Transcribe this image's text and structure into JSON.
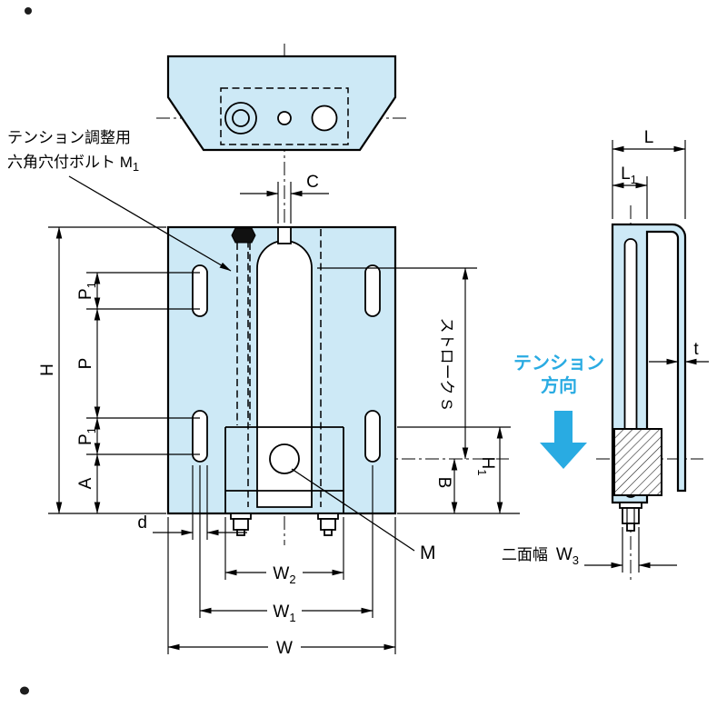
{
  "colors": {
    "part-fill": "#cde9f6",
    "line": "#000000",
    "accent": "#29abe2",
    "paper": "#ffffff"
  },
  "note": {
    "line1": "テンション調整用",
    "line2": "六角穴付ボルト M",
    "line2_sub": "1"
  },
  "direction": {
    "line1": "テンション",
    "line2": "方向"
  },
  "dims": {
    "H": "H",
    "P": "P",
    "A": "A",
    "d": "d",
    "C": "C",
    "W": "W",
    "M": "M",
    "B": "B",
    "L": "L",
    "t": "t",
    "S": "ストローク S",
    "flats": "二面幅",
    "P1": {
      "main": "P",
      "sub": "1"
    },
    "H1": {
      "main": "H",
      "sub": "1"
    },
    "L1": {
      "main": "L",
      "sub": "1"
    },
    "W1": {
      "main": "W",
      "sub": "1"
    },
    "W2": {
      "main": "W",
      "sub": "2"
    },
    "W3": {
      "main": "W",
      "sub": "3"
    }
  }
}
